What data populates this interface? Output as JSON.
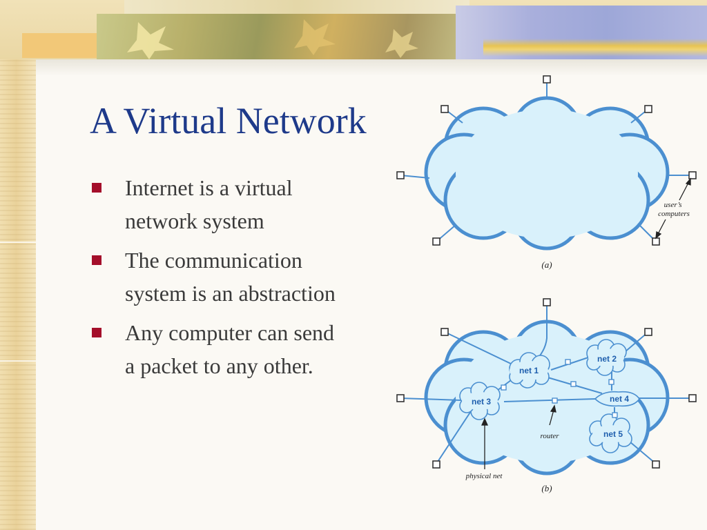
{
  "slide": {
    "title": "A Virtual Network",
    "bullets": [
      {
        "text": "Internet is a virtual network system"
      },
      {
        "text": "The communication system is an abstraction"
      },
      {
        "text": "Any computer can send a packet to any other."
      }
    ]
  },
  "figure_a": {
    "annotation": [
      "user’s",
      "computers"
    ],
    "caption": "(a)"
  },
  "figure_b": {
    "networks": [
      "net 1",
      "net 2",
      "net 3",
      "net 4",
      "net 5"
    ],
    "router_label": "router",
    "physical_net_label": "physical net",
    "caption": "(b)"
  },
  "colors": {
    "title": "#1e3a8a",
    "bullet_marker": "#a40f2a",
    "cloud_fill": "#d9f1fb",
    "cloud_stroke": "#4b8fd0"
  }
}
